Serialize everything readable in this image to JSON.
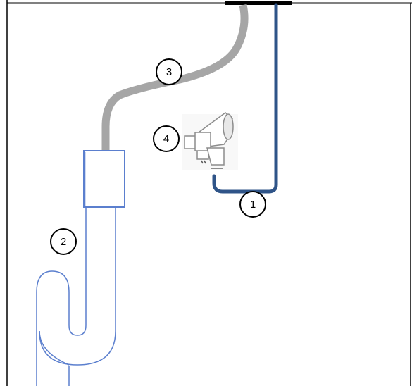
{
  "callouts": [
    {
      "id": "callout-1",
      "label": "1"
    },
    {
      "id": "callout-2",
      "label": "2"
    },
    {
      "id": "callout-3",
      "label": "3"
    },
    {
      "id": "callout-4",
      "label": "4"
    }
  ],
  "colors": {
    "blue_hose": "#2f5488",
    "grey_hose": "#a6a6a6",
    "trap_outline": "#5b7fce",
    "mount_bar": "#000000",
    "frame": "#000000",
    "callout_stroke": "#000000"
  }
}
